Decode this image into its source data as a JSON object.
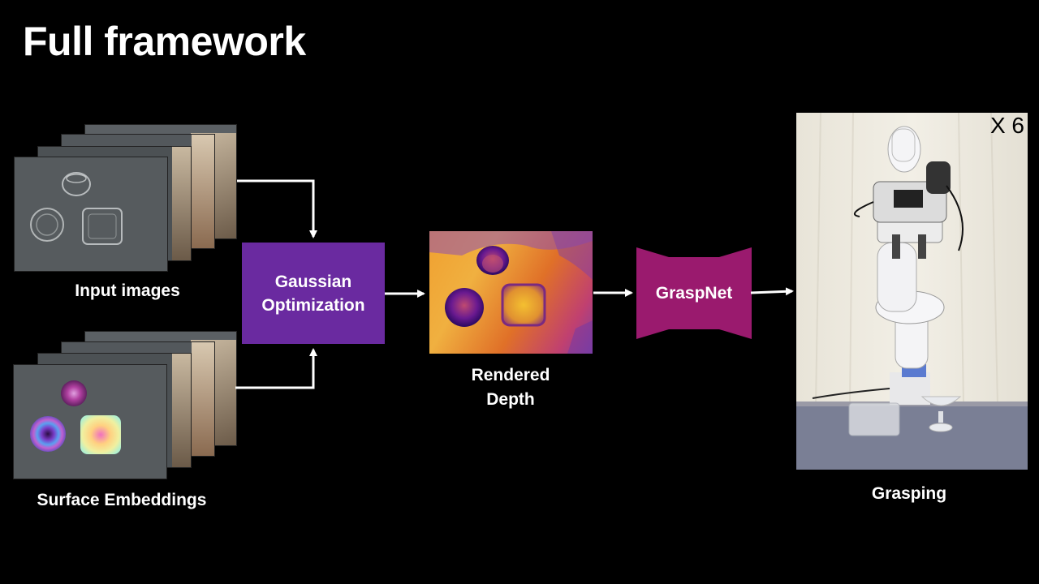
{
  "title": "Full framework",
  "captions": {
    "input_images": "Input images",
    "surface_embeddings": "Surface Embeddings",
    "rendered_depth": "Rendered\nDepth",
    "grasping": "Grasping"
  },
  "blocks": {
    "gaussian_optimization": "Gaussian\nOptimization",
    "graspnet": "GraspNet"
  },
  "grasping_overlay": "X 6",
  "colors": {
    "gaussian_block": "#6a2aa0",
    "graspnet_block": "#9a1a6e",
    "arrows": "#ffffff",
    "background": "#000000"
  }
}
